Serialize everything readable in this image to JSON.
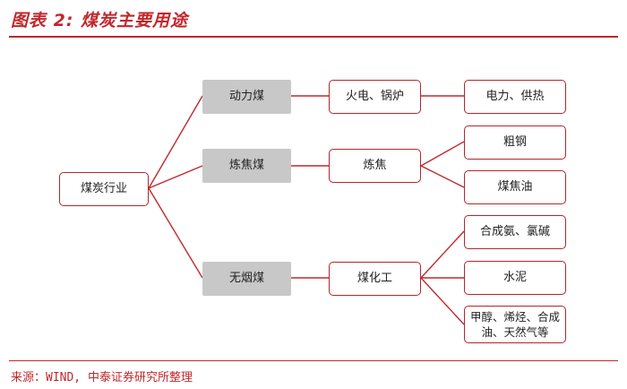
{
  "title": "图表 2:  煤炭主要用途",
  "source": "来源：WIND, 中泰证券研究所整理",
  "colors": {
    "accent": "#c0282d",
    "node_grey": "#c8c8c8",
    "line": "#c0282d"
  },
  "nodes": {
    "root": "煤炭行业",
    "power_coal": "动力煤",
    "coking_coal": "炼焦煤",
    "anthracite": "无烟煤",
    "thermal_power": "火电、锅炉",
    "coking": "炼焦",
    "coal_chemical": "煤化工",
    "electricity_heat": "电力、供热",
    "crude_steel": "粗钢",
    "coal_tar": "煤焦油",
    "synthetic_ammonia": "合成氨、氯碱",
    "cement": "水泥",
    "methanol": "甲醇、烯烃、合成油、天然气等"
  }
}
